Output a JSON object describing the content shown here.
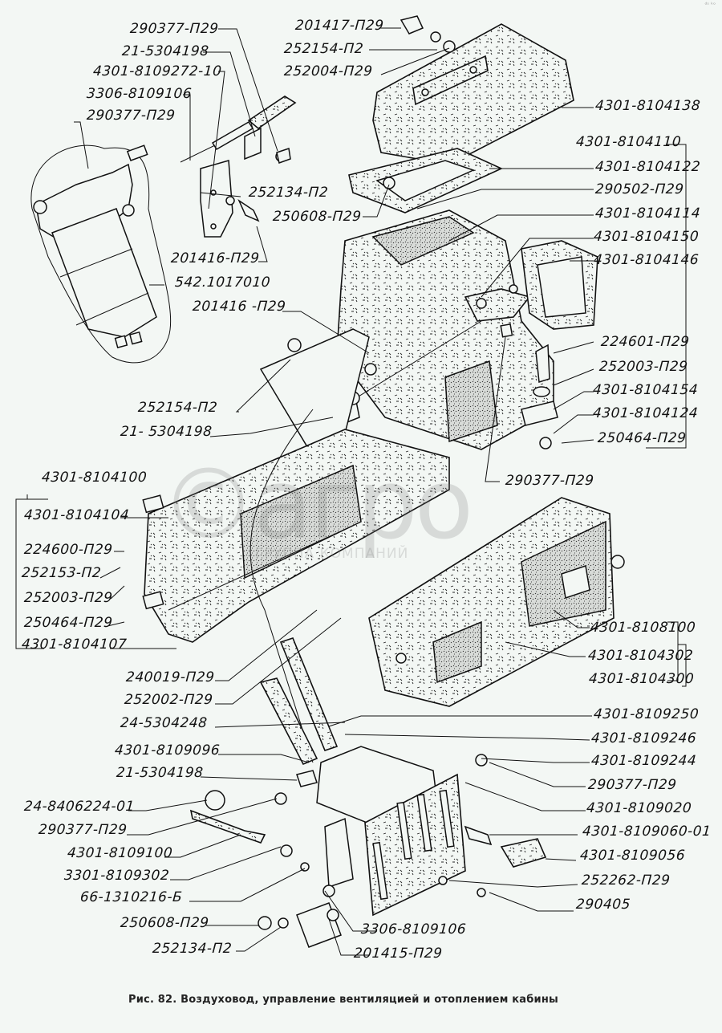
{
  "figure": {
    "caption": "Рис. 82. Воздуховод, управление вентиляцией и отоплением кабины",
    "corner_mark": "ᵈˢ ᵏᵒ"
  },
  "watermark": {
    "logo_text": "©агро",
    "subtitle": "ГРУППА КОМПАНИЙ"
  },
  "labels": {
    "top_left": [
      "290377-П29",
      "21-5304198",
      "4301-8109272-10",
      "3306-8109106",
      "290377-П29"
    ],
    "top_center": [
      "201417-П29",
      "252154-П2",
      "252004-П29"
    ],
    "bracket_mid": [
      "252134-П2",
      "250608-П29",
      "201416-П29",
      "542.1017010",
      "201416 -П29",
      "252154-П2",
      "21- 5304198"
    ],
    "right_upper": [
      "4301-8104138",
      "4301-8104110",
      "4301-8104122",
      "290502-П29",
      "4301-8104114",
      "4301-8104150",
      "4301-8104146",
      "224601-П29",
      "252003-П29",
      "4301-8104154",
      "4301-8104124",
      "250464-П29",
      "290377-П29"
    ],
    "left_mid": [
      "4301-8104100",
      "4301-8104104",
      "224600-П29",
      "252153-П2",
      "252003-П29",
      "250464-П29",
      "4301-8104107"
    ],
    "right_mid": [
      "4301-8108100",
      "4301-8104302",
      "4301-8104300"
    ],
    "left_lower": [
      "240019-П29",
      "252002-П29",
      "24-5304248",
      "4301-8109096",
      "21-5304198",
      "24-8406224-01",
      "290377-П29",
      "4301-8109100",
      "3301-8109302",
      "66-1310216-Б",
      "250608-П29",
      "252134-П2"
    ],
    "right_lower": [
      "4301-8109250",
      "4301-8109246",
      "4301-8109244",
      "290377-П29",
      "4301-8109020",
      "4301-8109060-01",
      "4301-8109056",
      "252262-П29",
      "290405"
    ],
    "bottom_center": [
      "3306-8109106",
      "201415-П29"
    ]
  }
}
